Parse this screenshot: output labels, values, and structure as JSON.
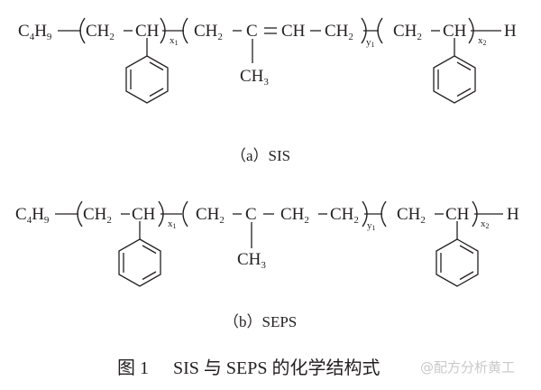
{
  "figure": {
    "structure_a": {
      "end_group_left": {
        "main": "C",
        "sub1": "4",
        "main2": "H",
        "sub2": "9"
      },
      "block1": {
        "ch2": "CH",
        "ch2_sub": "2",
        "ch": "CH",
        "subscript": "x",
        "subscript_index": "1",
        "substituent": "phenyl"
      },
      "block2": {
        "ch2a": "CH",
        "ch2a_sub": "2",
        "c": "C",
        "bond": "=",
        "ch": "CH",
        "ch2b": "CH",
        "ch2b_sub": "2",
        "methyl": "CH",
        "methyl_sub": "3",
        "subscript": "y",
        "subscript_index": "1"
      },
      "block3": {
        "ch2": "CH",
        "ch2_sub": "2",
        "ch": "CH",
        "subscript": "x",
        "subscript_index": "2",
        "substituent": "phenyl"
      },
      "end_group_right": "H",
      "label": "（a）SIS"
    },
    "structure_b": {
      "end_group_left": {
        "main": "C",
        "sub1": "4",
        "main2": "H",
        "sub2": "9"
      },
      "block1": {
        "ch2": "CH",
        "ch2_sub": "2",
        "ch": "CH",
        "subscript": "x",
        "subscript_index": "1",
        "substituent": "phenyl"
      },
      "block2": {
        "ch2a": "CH",
        "ch2a_sub": "2",
        "c": "C",
        "ch2b": "CH",
        "ch2b_sub": "2",
        "ch2c": "CH",
        "ch2c_sub": "2",
        "methyl": "CH",
        "methyl_sub": "3",
        "subscript": "y",
        "subscript_index": "1"
      },
      "block3": {
        "ch2": "CH",
        "ch2_sub": "2",
        "ch": "CH",
        "subscript": "x",
        "subscript_index": "2",
        "substituent": "phenyl"
      },
      "end_group_right": "H",
      "label": "（b）SEPS"
    },
    "caption": {
      "number": "图 1",
      "text": "SIS 与 SEPS 的化学结构式"
    },
    "watermark": "@配方分析黄工"
  }
}
